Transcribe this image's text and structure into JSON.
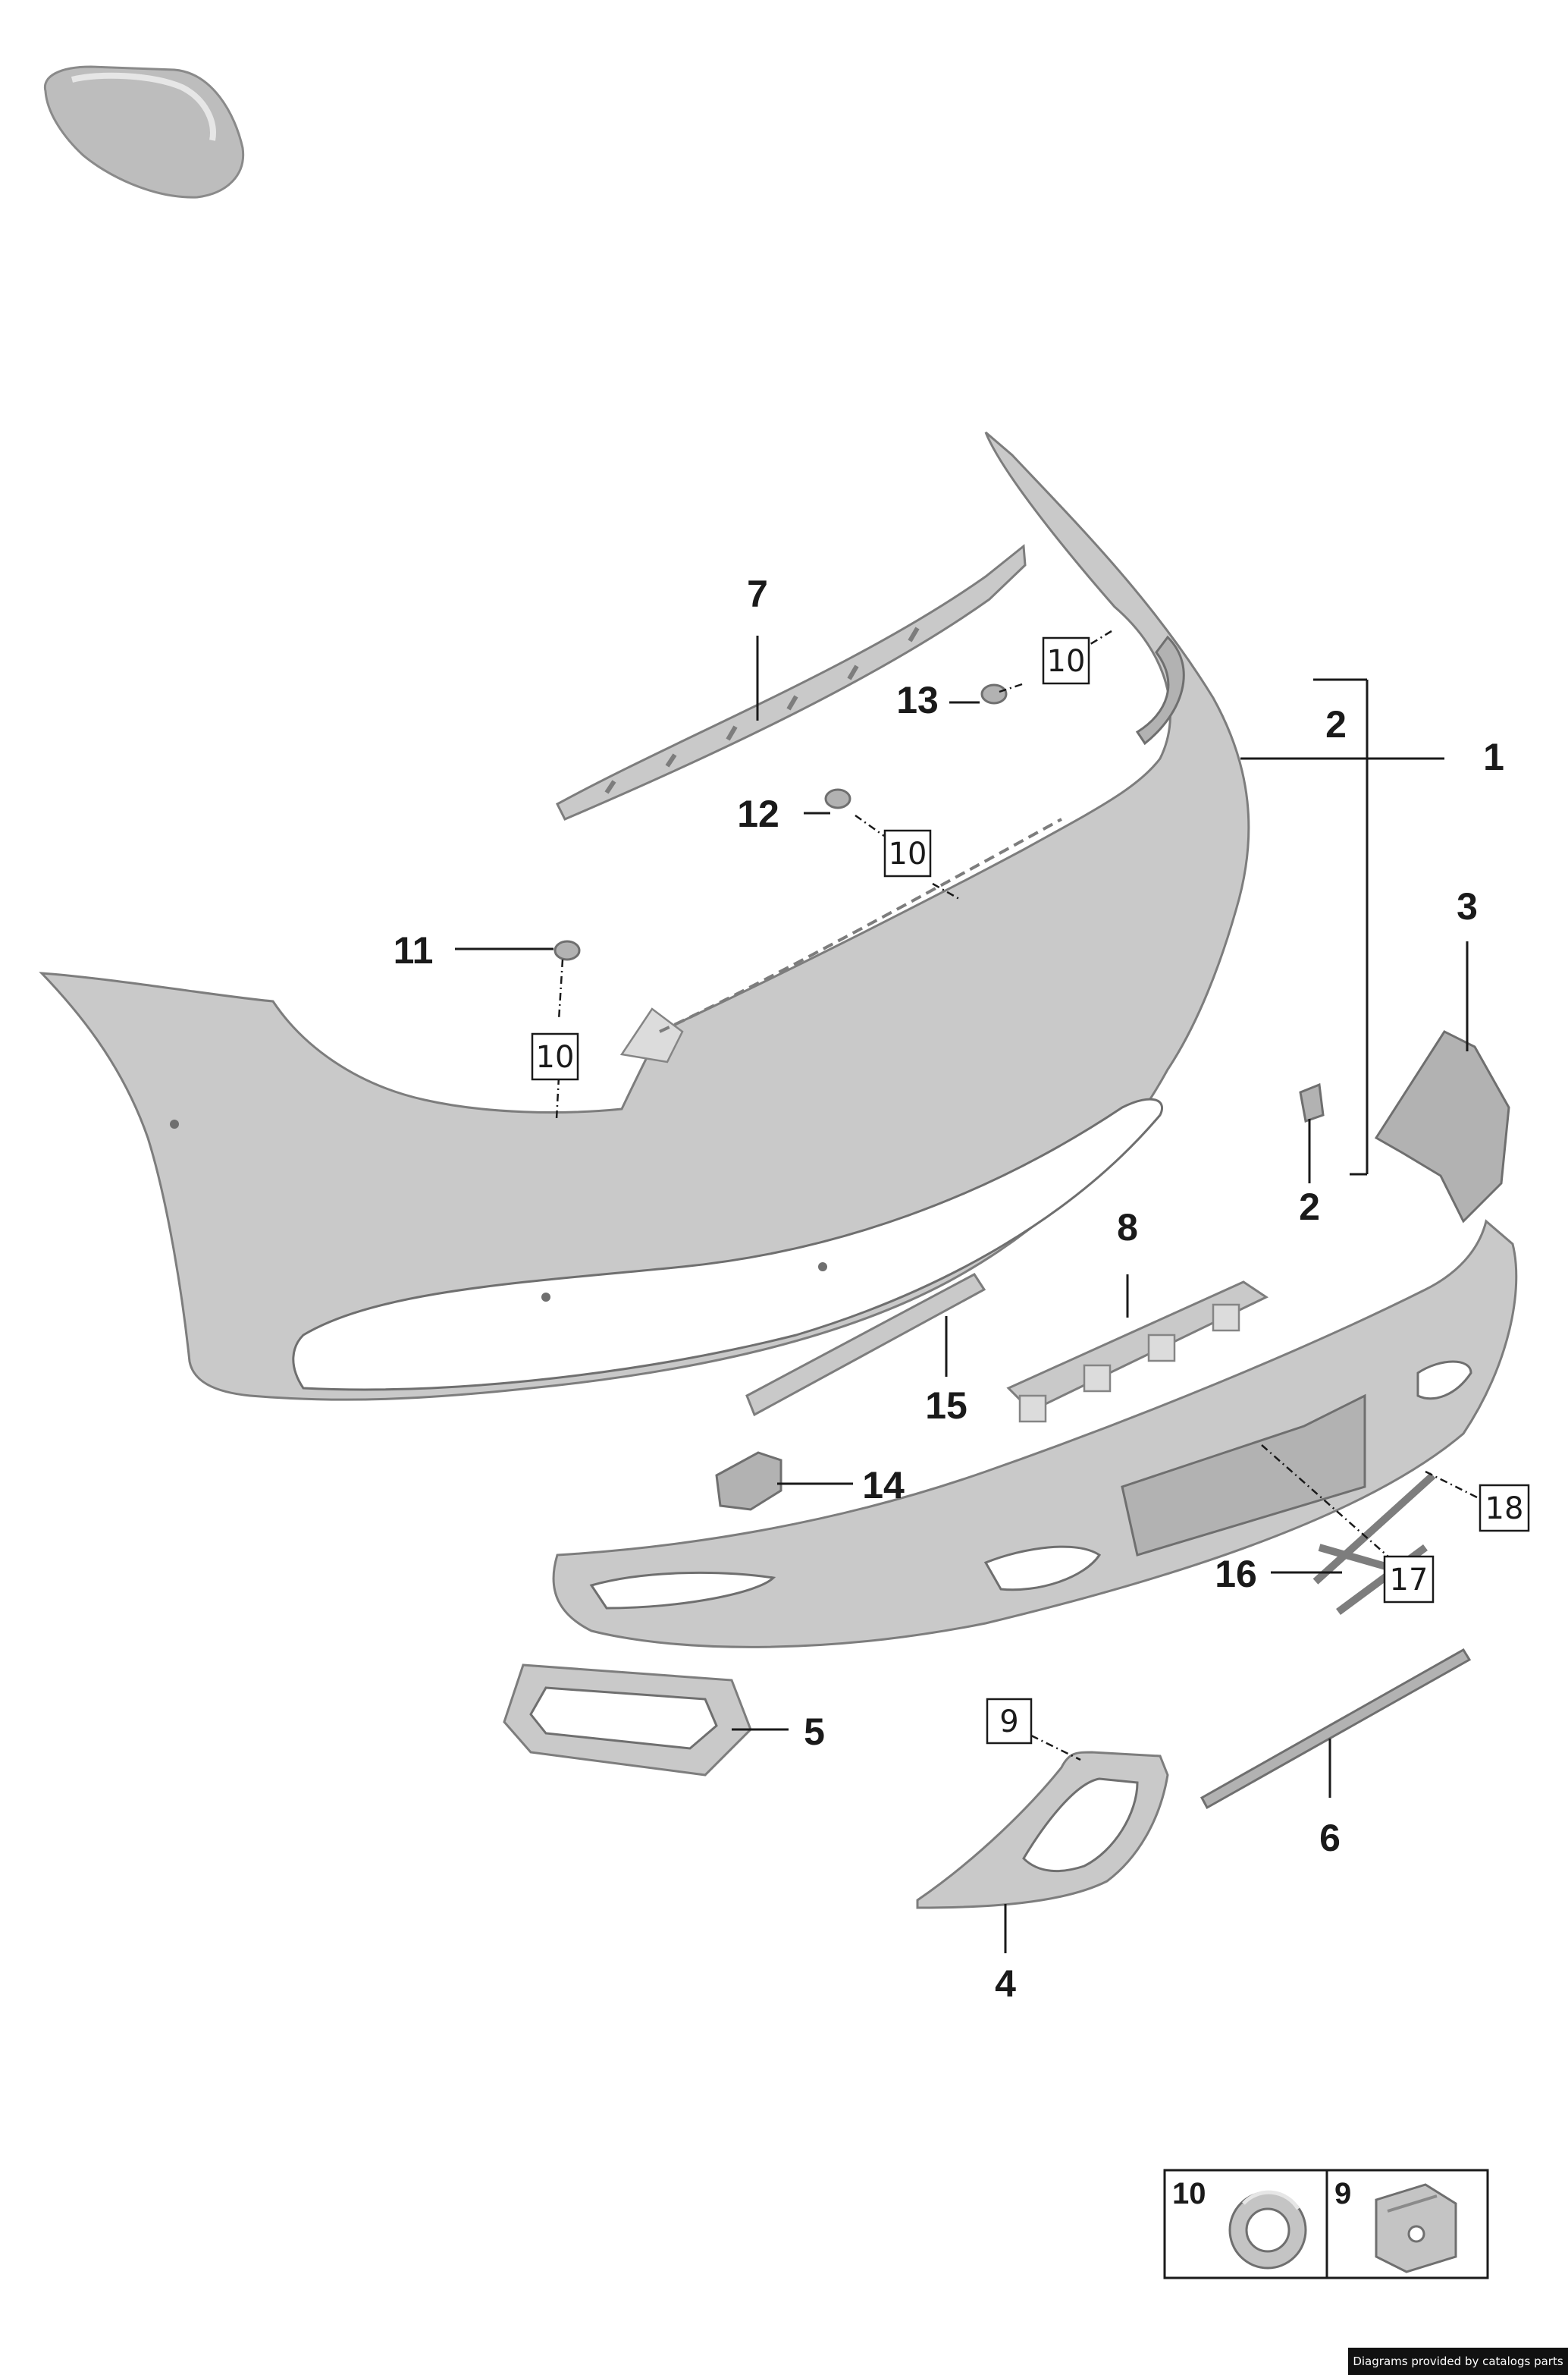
{
  "callouts": {
    "c1": "1",
    "c2a": "2",
    "c2b": "2",
    "c3": "3",
    "c4": "4",
    "c5": "5",
    "c6": "6",
    "c7": "7",
    "c8": "8",
    "c11": "11",
    "c12": "12",
    "c13": "13",
    "c14": "14",
    "c15": "15",
    "c16": "16"
  },
  "boxed_refs": {
    "r10a": "10",
    "r10b": "10",
    "r10c": "10",
    "r9": "9",
    "r17": "17",
    "r18": "18"
  },
  "legend": {
    "item_a": "10",
    "item_b": "9"
  },
  "footer": {
    "credit": "Diagrams provided by catalogs parts"
  },
  "icons": [
    "car-thumbnail-icon",
    "grommet-icon",
    "clip-nut-icon"
  ],
  "colors": {
    "part_fill": "#c9c9c9",
    "part_edge": "#7d7d7d",
    "ink": "#1a1a1a",
    "footer_bg": "#111111"
  }
}
